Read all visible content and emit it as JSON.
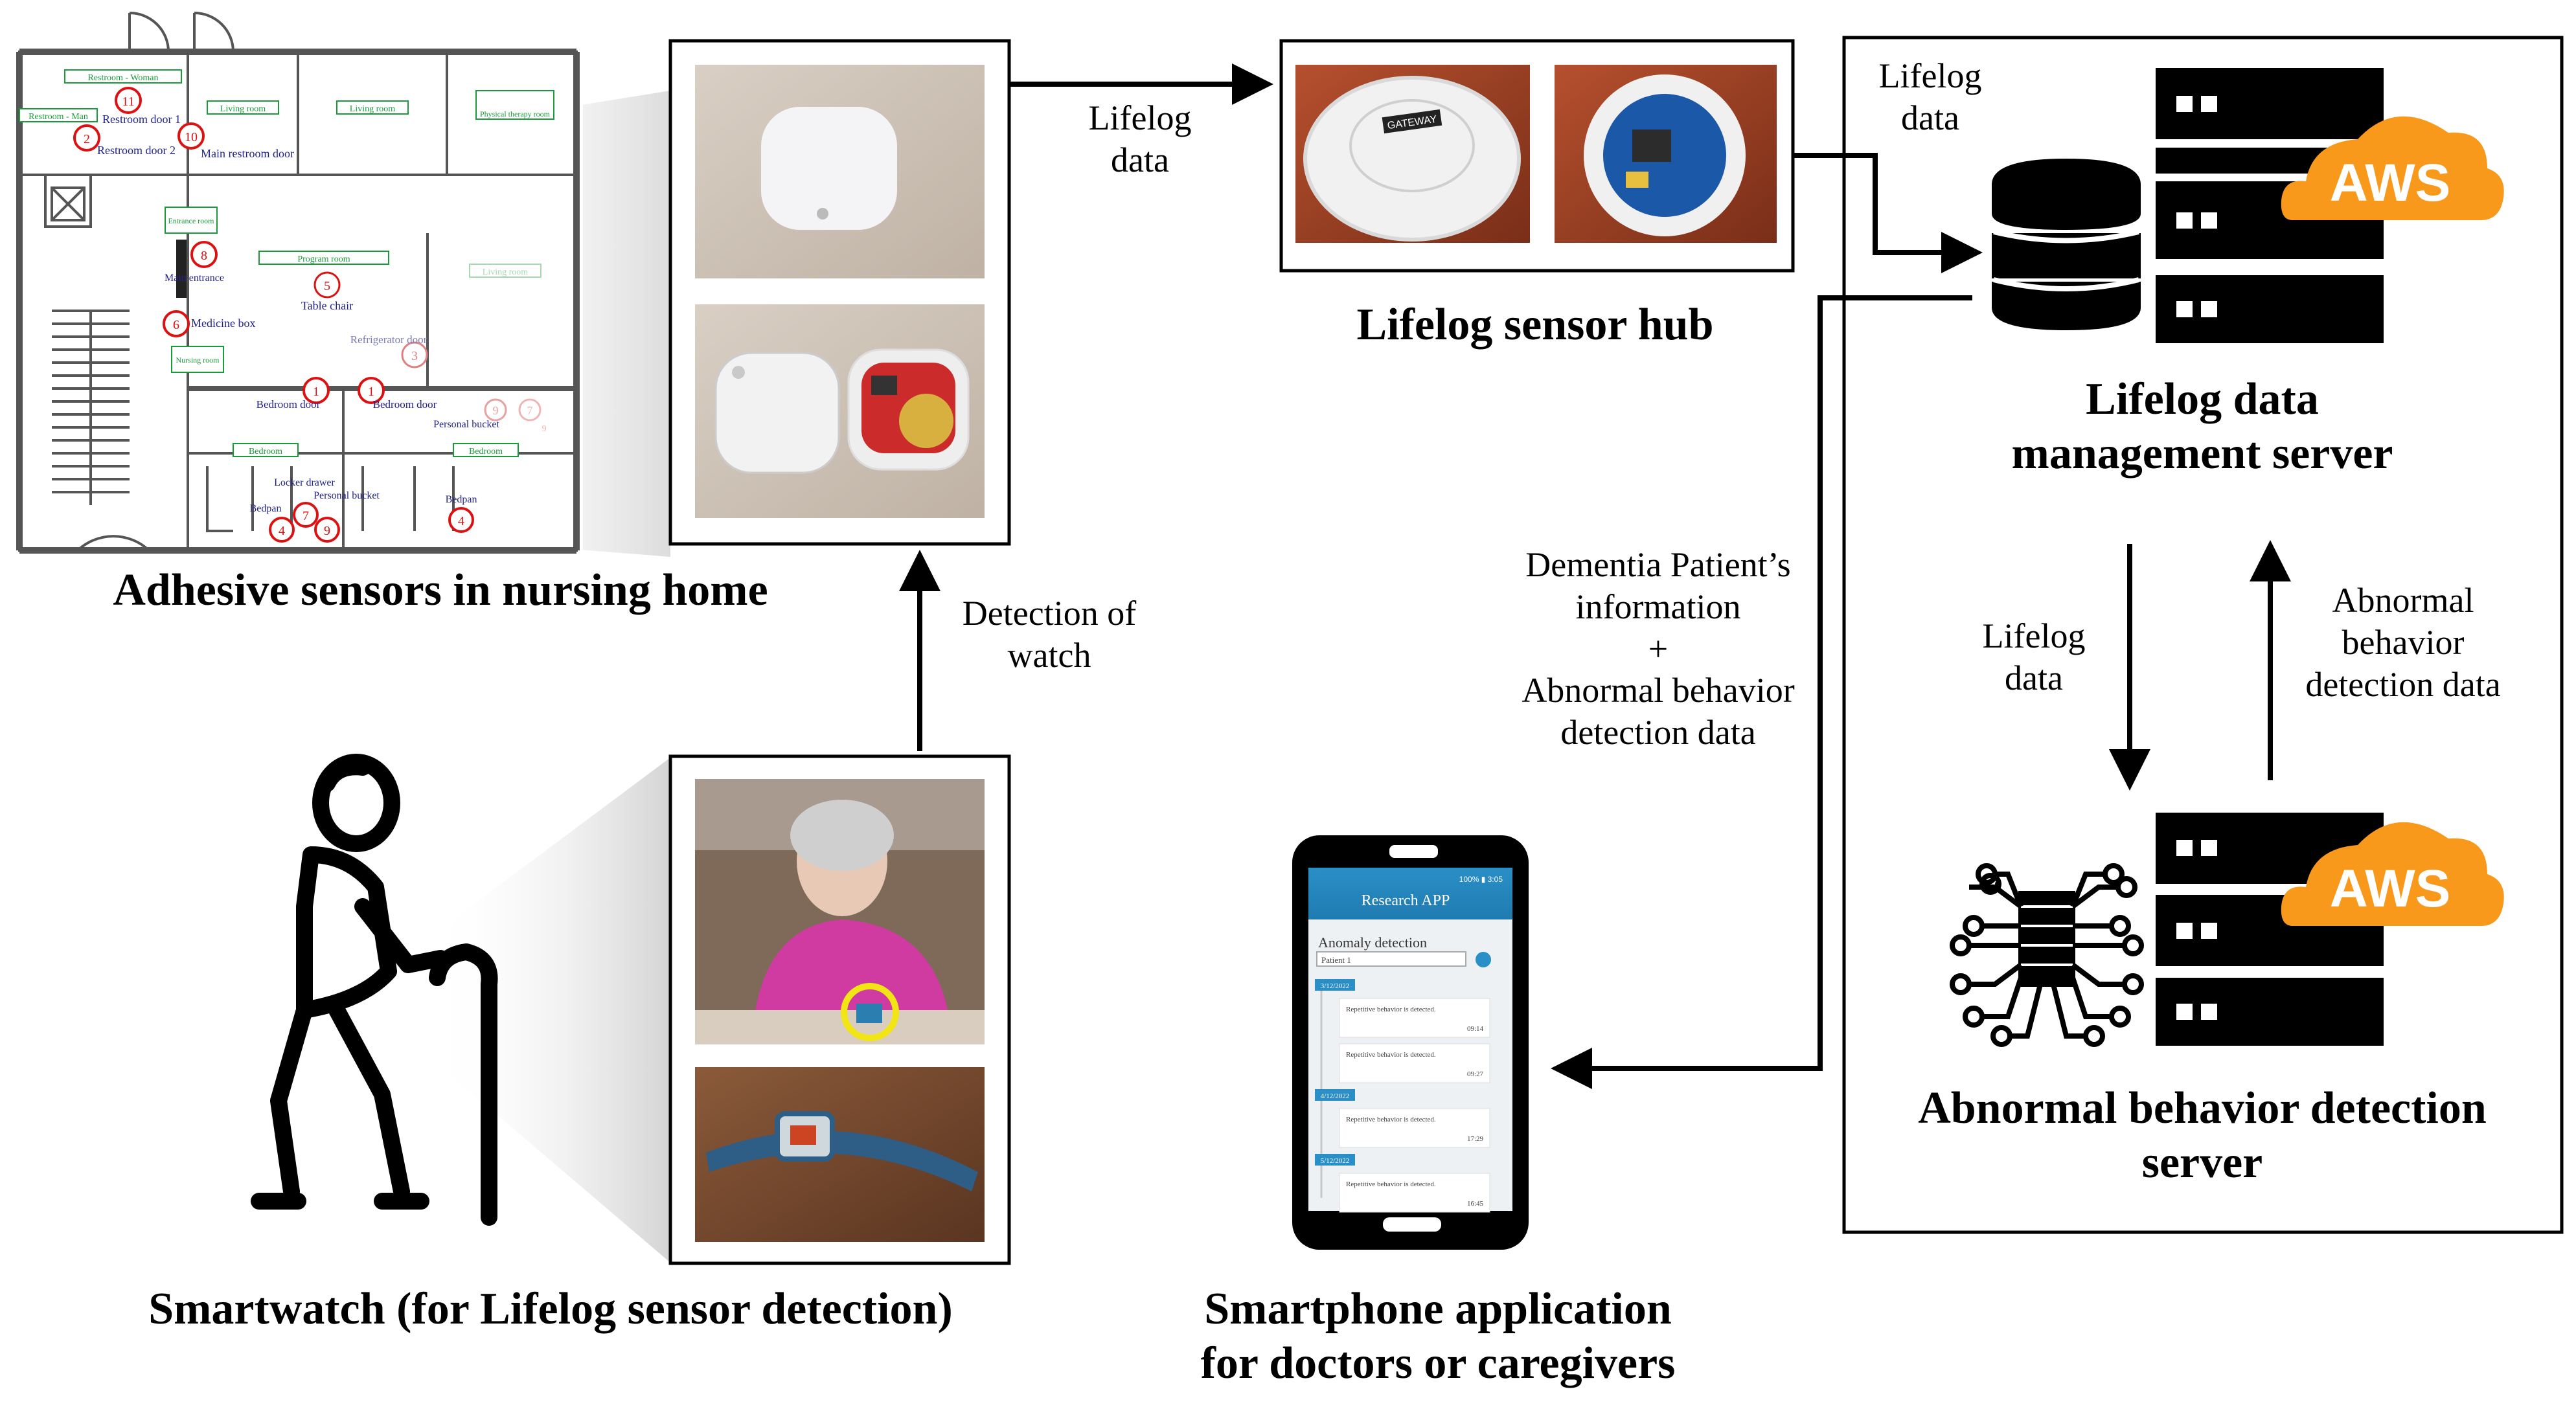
{
  "floorplan": {
    "caption": "Adhesive sensors in nursing home",
    "rooms": {
      "restroom_woman": "Restroom - Woman",
      "restroom_man": "Restroom - Man",
      "living_room_1": "Living room",
      "living_room_2": "Living room",
      "physical_therapy": "Physical therapy room",
      "entrance_room": "Entrance room",
      "program_room": "Program room",
      "living_room_3": "Living room",
      "nursing_room": "Nursing room",
      "bedroom_1": "Bedroom",
      "bedroom_2": "Bedroom"
    },
    "sensors": {
      "s11": {
        "num": "11",
        "label": "Restroom door 1"
      },
      "s2": {
        "num": "2",
        "label": "Restroom door 2"
      },
      "s10": {
        "num": "10",
        "label": "Main restroom door"
      },
      "s8": {
        "num": "8",
        "label": "Main entrance"
      },
      "s5": {
        "num": "5",
        "label": "Table chair"
      },
      "s6": {
        "num": "6",
        "label": "Medicine box"
      },
      "s3": {
        "num": "3",
        "label": "Refrigerator door"
      },
      "s1a": {
        "num": "1",
        "label": "Bedroom door"
      },
      "s1b": {
        "num": "1",
        "label": "Bedroom door"
      },
      "s9a": {
        "num": "9",
        "label": "Personal bucket"
      },
      "s7": {
        "num": "7",
        "label": "Locker drawer"
      },
      "s9b": {
        "num": "9",
        "label": "Personal bucket"
      },
      "s4a": {
        "num": "4",
        "label": "Bedpan"
      },
      "s4b": {
        "num": "4",
        "label": "Bedpan"
      },
      "s7b": {
        "num": "7",
        "label": ""
      },
      "s9c": {
        "num": "9",
        "label": ""
      }
    }
  },
  "sensor_photos": {
    "caption": ""
  },
  "hub": {
    "caption": "Lifelog sensor hub",
    "sticker": "GATEWAY"
  },
  "flows": {
    "sensors_to_hub": [
      "Lifelog",
      "data"
    ],
    "hub_to_server": [
      "Lifelog",
      "data"
    ],
    "watch_to_sensors": [
      "Detection of",
      "watch"
    ],
    "server_to_app": [
      "Dementia Patient’s",
      "information",
      "+",
      "Abnormal behavior",
      "detection data"
    ],
    "server_to_detector": [
      "Lifelog",
      "data"
    ],
    "detector_to_server": [
      "Abnormal",
      "behavior",
      "detection data"
    ]
  },
  "data_server": {
    "caption_lines": [
      "Lifelog data",
      "management server"
    ],
    "badge": "AWS"
  },
  "detection_server": {
    "caption_lines": [
      "Abnormal behavior detection",
      "server"
    ],
    "badge": "AWS"
  },
  "smartwatch": {
    "caption": "Smartwatch (for Lifelog sensor detection)"
  },
  "app": {
    "caption_lines": [
      "Smartphone application",
      "for doctors or caregivers"
    ],
    "title": "Research APP",
    "section": "Anomaly detection",
    "patient": "Patient 1",
    "status_right": "100% ▮ 3:05",
    "groups": [
      {
        "date": "3/12/2022",
        "items": [
          {
            "text": "Repetitive behavior is detected.",
            "time": "09:14"
          },
          {
            "text": "Repetitive behavior is detected.",
            "time": "09:27"
          }
        ]
      },
      {
        "date": "4/12/2022",
        "items": [
          {
            "text": "Repetitive behavior is detected.",
            "time": "17:29"
          }
        ]
      },
      {
        "date": "5/12/2022",
        "items": [
          {
            "text": "Repetitive behavior is detected.",
            "time": "16:45"
          }
        ]
      }
    ]
  }
}
